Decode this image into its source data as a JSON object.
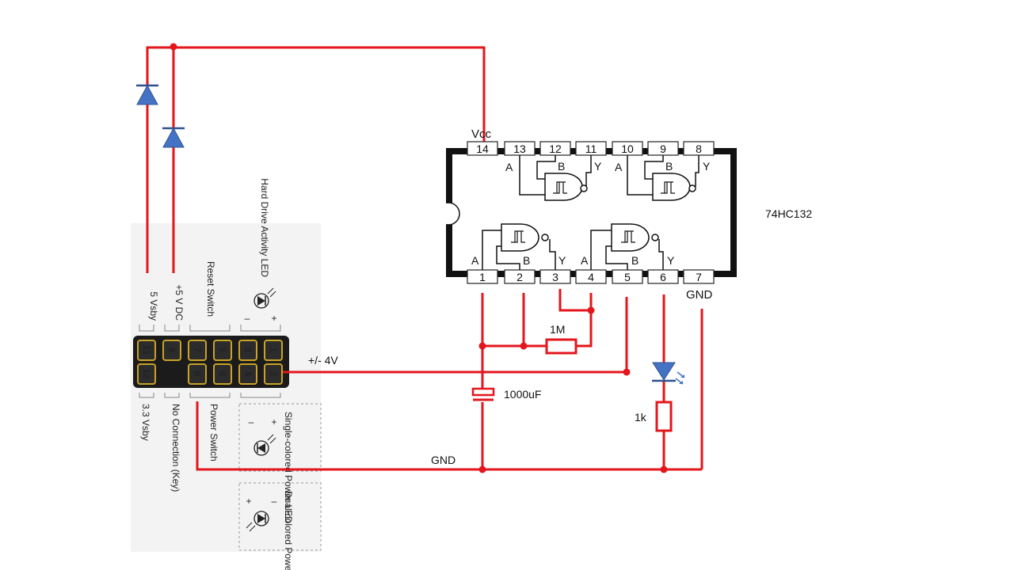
{
  "chip": {
    "part": "74HC132",
    "vcc_label": "Vcc",
    "gnd_label": "GND",
    "top_pins": [
      "14",
      "13",
      "12",
      "11",
      "10",
      "9",
      "8"
    ],
    "bottom_pins": [
      "1",
      "2",
      "3",
      "4",
      "5",
      "6",
      "7"
    ],
    "gate_labels": {
      "a": "A",
      "b": "B",
      "y": "Y"
    }
  },
  "components": {
    "resistor_1": "1M",
    "resistor_2": "1k",
    "capacitor": "1000uF"
  },
  "net_labels": {
    "signal": "+/-  4V",
    "ground": "GND"
  },
  "header": {
    "pins_top": [
      "11",
      "9",
      "7",
      "5",
      "3",
      "1"
    ],
    "pins_bottom": [
      "12",
      "",
      "8",
      "6",
      "4",
      "2"
    ],
    "top_labels": {
      "vsby5": "5 Vsby",
      "vdc5": "+5 V DC",
      "reset": "Reset Switch",
      "hdd": "Hard Drive Activity LED",
      "minus": "–",
      "plus": "+"
    },
    "bottom_labels": {
      "vsby33": "3.3 Vsby",
      "noconn": "No Connection (Key)",
      "power": "Power Switch",
      "single": "Single-colored Power LED",
      "dual": "Dual-colored Power LED",
      "minus": "–",
      "plus": "+"
    }
  },
  "colors": {
    "wire": "#e3161c",
    "diode": "#4472c4"
  }
}
